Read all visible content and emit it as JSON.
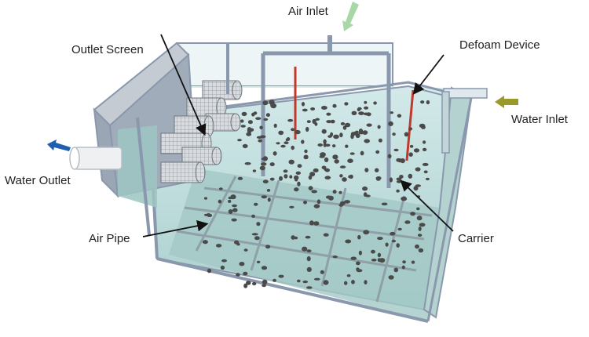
{
  "labels": {
    "air_inlet": "Air Inlet",
    "outlet_screen": "Outlet Screen",
    "defoam_device": "Defoam Device",
    "water_inlet": "Water Inlet",
    "water_outlet": "Water Outlet",
    "air_pipe": "Air Pipe",
    "carrier": "Carrier"
  },
  "colors": {
    "tank_frame": "#8a98ad",
    "water_surface": "#d7ecee",
    "water_body": "#b8d8d8",
    "water_deep": "#9fc4c2",
    "outlet_chamber": "#9da8b6",
    "screen": "#c9ced4",
    "defoam": "#c0392b",
    "carrier": "#4a4a4a",
    "air_arrow": "#a8d8a8",
    "water_inlet_arrow": "#9a9a2a",
    "water_outlet_arrow": "#1f5fb0",
    "pointer": "#111111"
  },
  "icons": {
    "air_inlet_arrow": "down-arrow-icon",
    "water_inlet_arrow": "left-arrow-icon",
    "water_outlet_arrow": "left-arrow-icon"
  }
}
